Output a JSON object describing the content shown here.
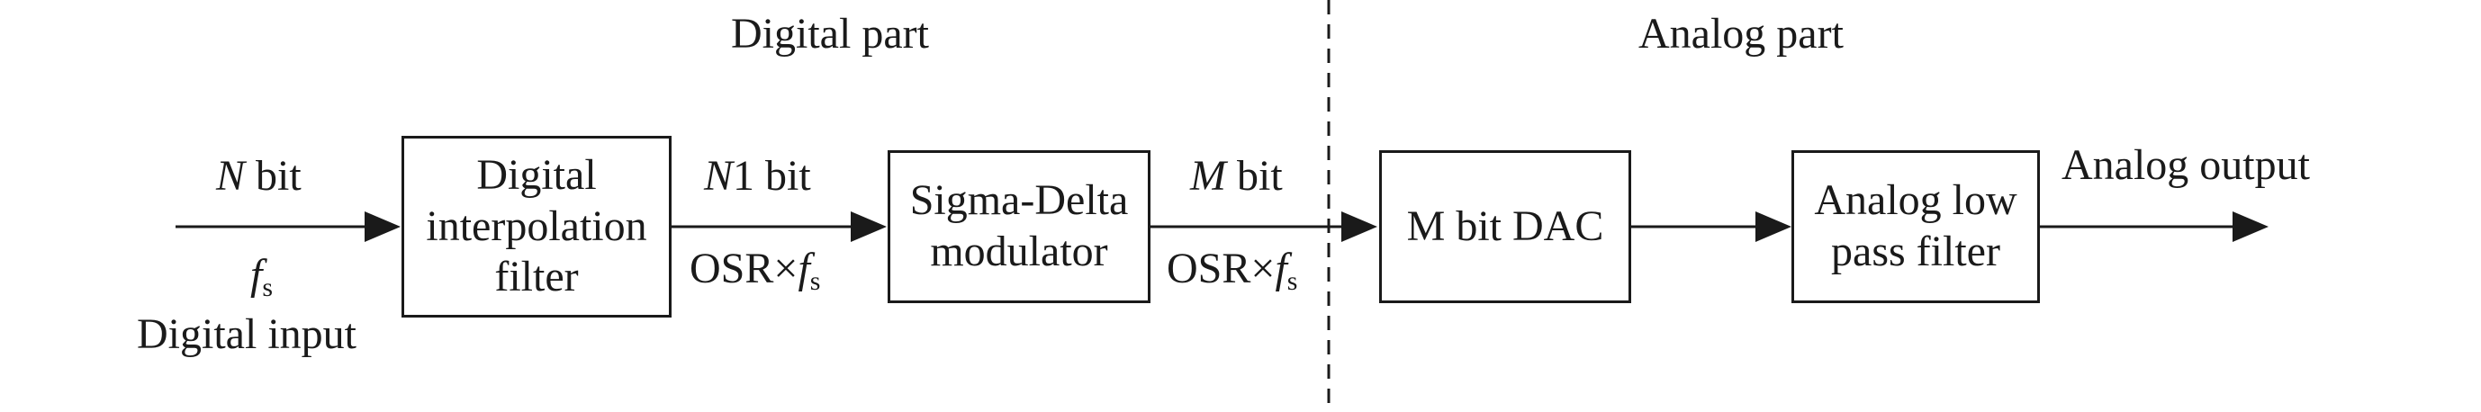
{
  "sections": {
    "digital": "Digital part",
    "analog": "Analog part"
  },
  "blocks": {
    "interp": [
      "Digital",
      "interpolation",
      "filter"
    ],
    "sigma": [
      "Sigma-Delta",
      "modulator"
    ],
    "dac": "M bit DAC",
    "lpf": [
      "Analog low",
      "pass filter"
    ]
  },
  "signals": {
    "input_bits_var": "N",
    "input_bits_unit": " bit",
    "input_rate_var": "f",
    "input_rate_sub": "s",
    "input_label": "Digital input",
    "n1_var": "N",
    "n1_rest": "1 bit",
    "osr1_prefix": "OSR×",
    "osr1_var": "f",
    "osr1_sub": "s",
    "m_var": "M",
    "m_rest": " bit",
    "osr2_prefix": "OSR×",
    "osr2_var": "f",
    "osr2_sub": "s",
    "output_label": "Analog output"
  },
  "colors": {
    "stroke": "#1a1a1a",
    "background": "#ffffff"
  }
}
